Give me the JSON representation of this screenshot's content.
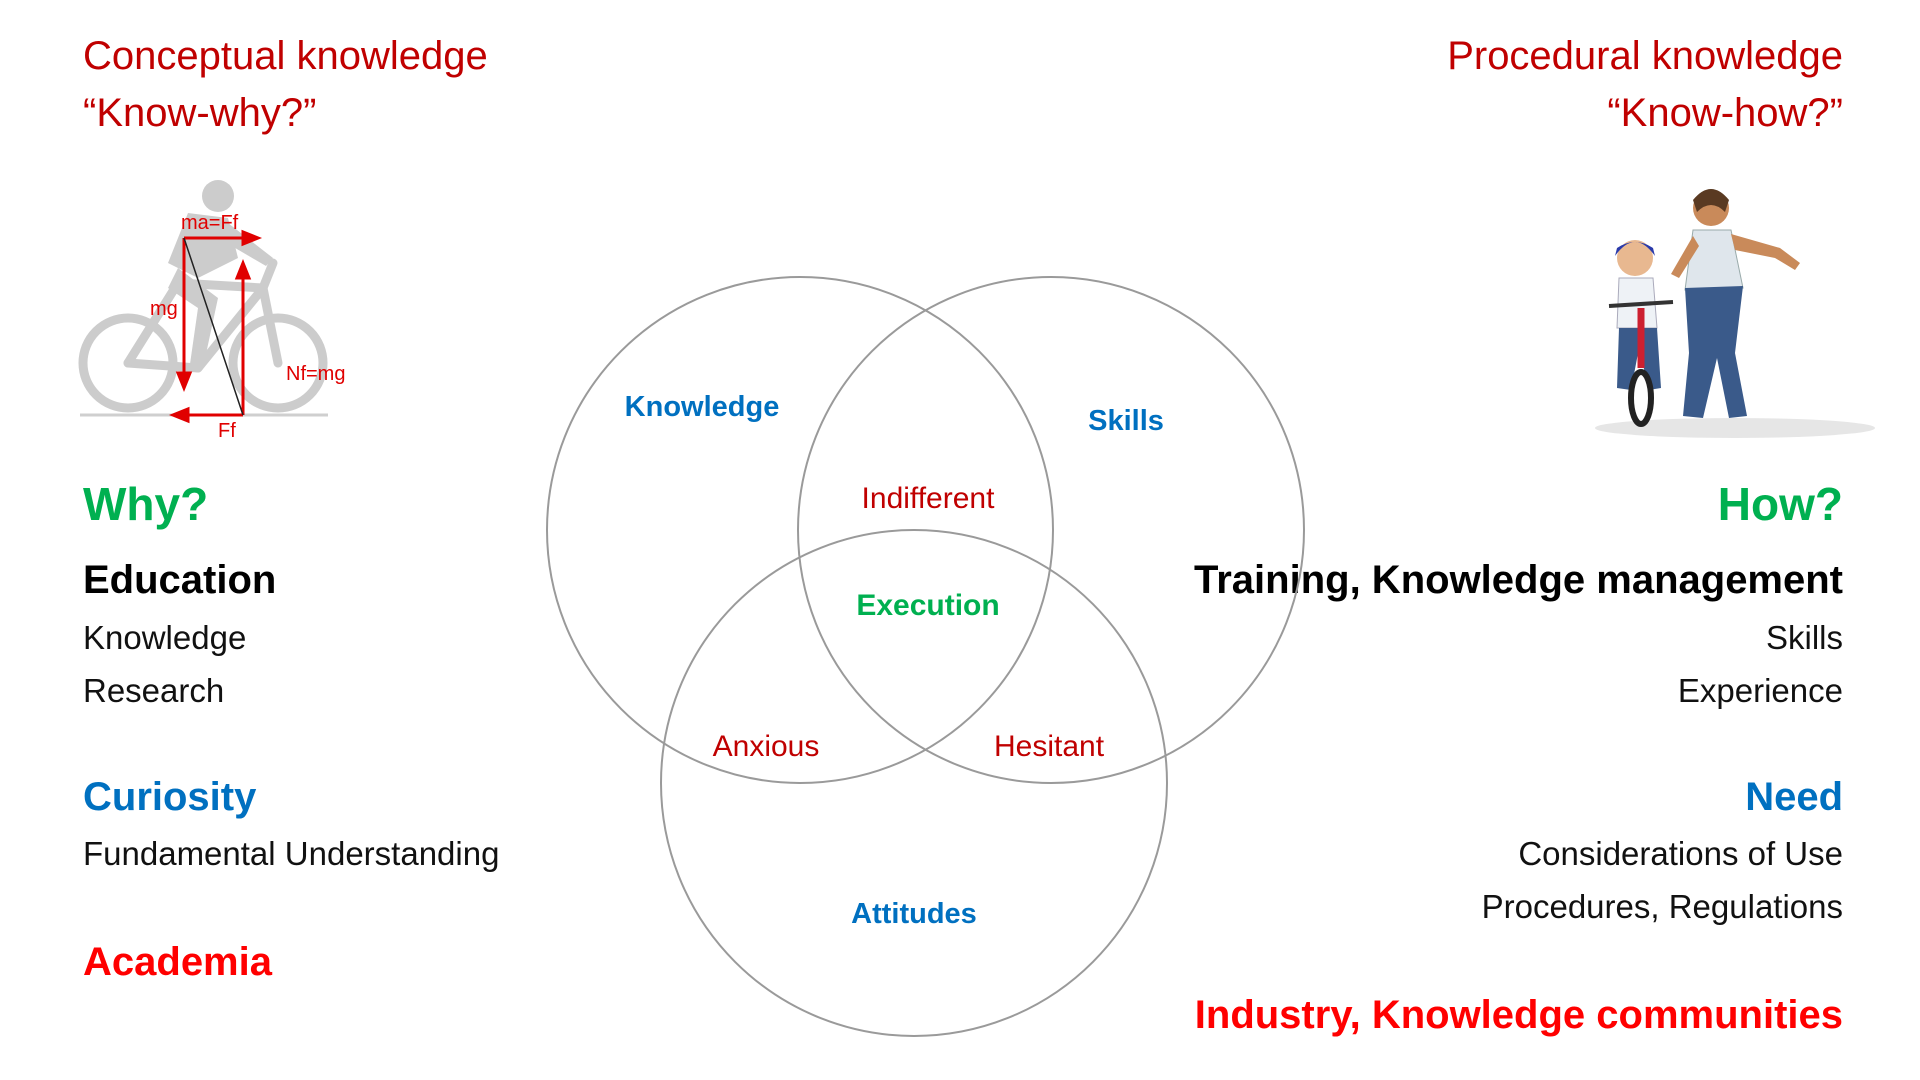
{
  "left": {
    "header_line1": "Conceptual knowledge",
    "header_line2": "“Know-why?”",
    "question": "Why?",
    "group1_title": "Education",
    "group1_items": [
      "Knowledge",
      "Research"
    ],
    "group2_title": "Curiosity",
    "group2_items": [
      "Fundamental Understanding"
    ],
    "footer": "Academia"
  },
  "right": {
    "header_line1": "Procedural knowledge",
    "header_line2": "“Know-how?”",
    "question": "How?",
    "group1_title": "Training, Knowledge management",
    "group1_items": [
      "Skills",
      "Experience"
    ],
    "group2_title": "Need",
    "group2_items": [
      "Considerations of Use",
      "Procedures, Regulations"
    ],
    "footer": "Industry, Knowledge communities"
  },
  "bike_diagram": {
    "labels": [
      "ma=Ff",
      "mg",
      "Nf=mg",
      "Ff"
    ]
  },
  "venn": {
    "circles": [
      "Knowledge",
      "Skills",
      "Attitudes"
    ],
    "intersections": {
      "knowledge_skills": "Indifferent",
      "knowledge_attitudes": "Anxious",
      "skills_attitudes": "Hesitant",
      "center": "Execution"
    }
  },
  "colors": {
    "header_red": "#c00000",
    "accent_green": "#00b050",
    "accent_blue": "#0070c0",
    "accent_red": "#ff0000",
    "circle_stroke": "#9a9a9a"
  }
}
